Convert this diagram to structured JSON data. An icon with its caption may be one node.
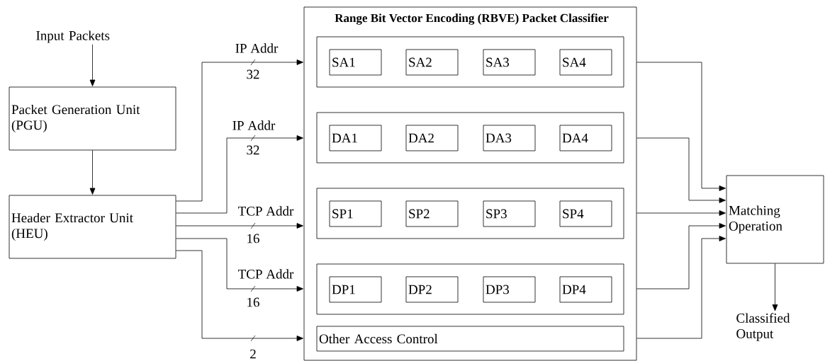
{
  "diagram": {
    "nodes": [
      {
        "text": [
          "Input Packets"
        ]
      },
      {
        "text": [
          "Packet Generation Unit (PGU)"
        ]
      },
      {
        "text": [
          "Header Extractor Unit (HEU)"
        ]
      },
      {
        "text": [
          "Range Bit Vector Encoding (RBVE) Packet Classifier"
        ]
      },
      {
        "text": [],
        "shape": "box",
        "in": 3
      },
      {
        "text": [
          "SA1"
        ],
        "in": 4
      },
      {
        "text": [
          "SA2"
        ],
        "in": 4
      },
      {
        "text": [
          "SA3"
        ],
        "in": 4
      },
      {
        "text": [
          "SA4"
        ],
        "in": 4
      },
      {
        "text": [],
        "shape": "box",
        "in": 3
      },
      {
        "text": [
          "DA1"
        ],
        "in": 9
      },
      {
        "text": [
          "DA2"
        ],
        "in": 9
      },
      {
        "text": [
          "DA3"
        ],
        "in": 9
      },
      {
        "text": [
          "DA4"
        ],
        "in": 9
      },
      {
        "text": [],
        "shape": "box",
        "in": 3
      },
      {
        "text": [
          "SP1"
        ],
        "in": 14
      },
      {
        "text": [
          "SP2"
        ],
        "in": 14
      },
      {
        "text": [
          "SP3"
        ],
        "in": 14
      },
      {
        "text": [
          "SP4"
        ],
        "in": 14
      },
      {
        "text": [],
        "shape": "box",
        "in": 3
      },
      {
        "text": [
          "DP1"
        ],
        "in": 19
      },
      {
        "text": [
          "DP2"
        ],
        "in": 19
      },
      {
        "text": [
          "DP3"
        ],
        "in": 19
      },
      {
        "text": [
          "DP4"
        ],
        "in": 19
      },
      {
        "text": [
          "Other Access Control"
        ],
        "in": 3
      },
      {
        "text": [
          "Matching Operation"
        ]
      },
      {
        "text": [
          "Classified Output"
        ]
      }
    ],
    "edges": [
      {
        "from": 0,
        "to": 1,
        "arrow": "to"
      },
      {
        "from": 1,
        "to": 2,
        "arrow": "to"
      },
      {
        "from": 2,
        "to": 3,
        "arrow": "to",
        "label": "IP Addr"
      },
      {
        "from": 2,
        "to": 3,
        "arrow": "to",
        "label": "IP Addr"
      },
      {
        "from": 2,
        "to": 3,
        "arrow": "to",
        "label": "TCP Addr"
      },
      {
        "from": 2,
        "to": 3,
        "arrow": "to",
        "label": "TCP Addr"
      },
      {
        "from": 2,
        "to": 3,
        "arrow": "to"
      },
      {
        "from": 3,
        "to": 25,
        "arrow": "to"
      },
      {
        "from": 3,
        "to": 25,
        "arrow": "to"
      },
      {
        "from": 3,
        "to": 25,
        "arrow": "to"
      },
      {
        "from": 3,
        "to": 25,
        "arrow": "to"
      },
      {
        "from": 3,
        "to": 25,
        "arrow": "to"
      },
      {
        "from": 25,
        "to": 26,
        "arrow": "to"
      }
    ],
    "labels": [
      "32",
      "32",
      "16",
      "16",
      "2"
    ]
  }
}
